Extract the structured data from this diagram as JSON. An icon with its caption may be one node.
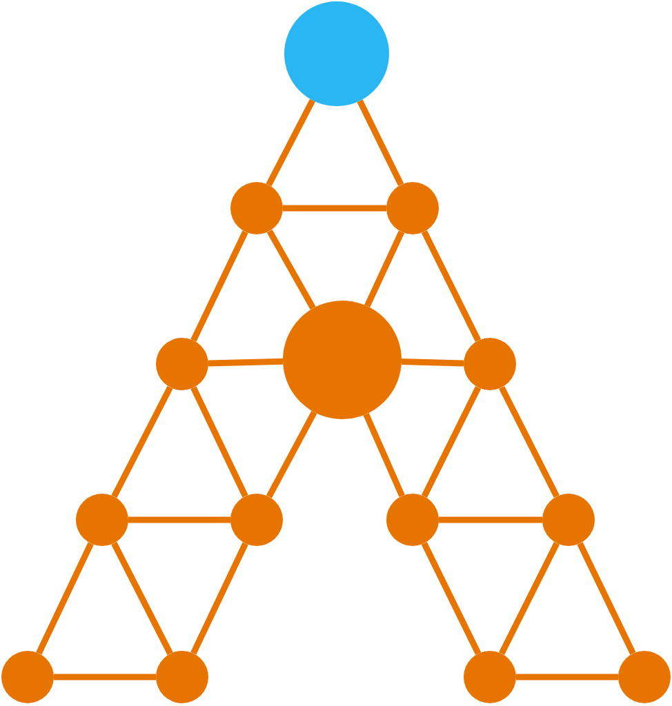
{
  "diagram": {
    "nodes": [
      {
        "text": [],
        "shape": "circle"
      },
      {
        "text": [],
        "shape": "circle"
      },
      {
        "text": [],
        "shape": "circle"
      },
      {
        "text": [],
        "shape": "circle"
      },
      {
        "text": [],
        "shape": "circle"
      },
      {
        "text": [],
        "shape": "circle"
      },
      {
        "text": [],
        "shape": "circle"
      },
      {
        "text": [],
        "shape": "circle"
      },
      {
        "text": [],
        "shape": "circle"
      },
      {
        "text": [],
        "shape": "circle"
      },
      {
        "text": [],
        "shape": "circle"
      },
      {
        "text": [],
        "shape": "circle"
      },
      {
        "text": [],
        "shape": "circle"
      },
      {
        "text": [],
        "shape": "circle"
      }
    ],
    "edges": [
      {
        "from": 0,
        "to": 1,
        "arrow": "none"
      },
      {
        "from": 0,
        "to": 2,
        "arrow": "none"
      },
      {
        "from": 1,
        "to": 2,
        "arrow": "none"
      },
      {
        "from": 1,
        "to": 3,
        "arrow": "none"
      },
      {
        "from": 1,
        "to": 4,
        "arrow": "none"
      },
      {
        "from": 2,
        "to": 4,
        "arrow": "none"
      },
      {
        "from": 2,
        "to": 5,
        "arrow": "none"
      },
      {
        "from": 3,
        "to": 4,
        "arrow": "none"
      },
      {
        "from": 4,
        "to": 5,
        "arrow": "none"
      },
      {
        "from": 3,
        "to": 6,
        "arrow": "none"
      },
      {
        "from": 3,
        "to": 7,
        "arrow": "none"
      },
      {
        "from": 6,
        "to": 7,
        "arrow": "none"
      },
      {
        "from": 4,
        "to": 7,
        "arrow": "none"
      },
      {
        "from": 4,
        "to": 8,
        "arrow": "none"
      },
      {
        "from": 5,
        "to": 8,
        "arrow": "none"
      },
      {
        "from": 5,
        "to": 9,
        "arrow": "none"
      },
      {
        "from": 8,
        "to": 9,
        "arrow": "none"
      },
      {
        "from": 6,
        "to": 10,
        "arrow": "none"
      },
      {
        "from": 6,
        "to": 11,
        "arrow": "none"
      },
      {
        "from": 10,
        "to": 11,
        "arrow": "none"
      },
      {
        "from": 7,
        "to": 11,
        "arrow": "none"
      },
      {
        "from": 8,
        "to": 12,
        "arrow": "none"
      },
      {
        "from": 9,
        "to": 12,
        "arrow": "none"
      },
      {
        "from": 9,
        "to": 13,
        "arrow": "none"
      },
      {
        "from": 12,
        "to": 13,
        "arrow": "none"
      }
    ]
  }
}
